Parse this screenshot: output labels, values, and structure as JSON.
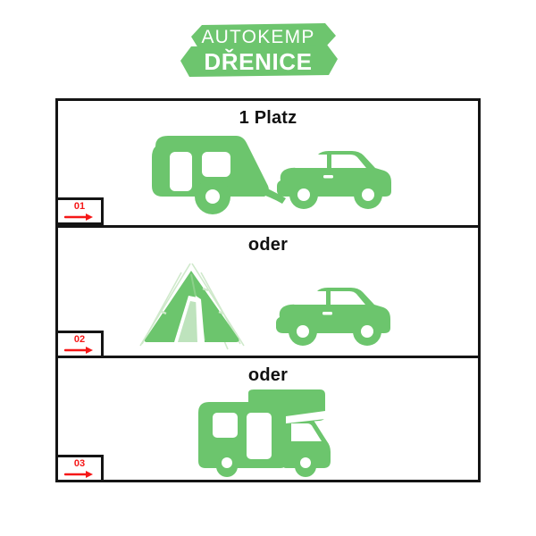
{
  "logo": {
    "top_text": "AUTOKEMP",
    "bottom_text": "DŘENICE",
    "banner_color": "#6DC56E",
    "text_color": "#FFFFFF"
  },
  "colors": {
    "green": "#6CC56D",
    "green_light": "#BEE3BD",
    "green_guyline": "#CFE9CB",
    "black": "#141414",
    "red": "#F51717",
    "white": "#FFFFFF"
  },
  "frame": {
    "rows": [
      {
        "title": "1 Platz",
        "marker": "01",
        "marker_arrow_icon": "arrow-right-icon",
        "art": "caravan-and-car-illustration"
      },
      {
        "title": "oder",
        "marker": "02",
        "marker_arrow_icon": "arrow-right-icon",
        "art": "tent-and-car-illustration"
      },
      {
        "title": "oder",
        "marker": "03",
        "marker_arrow_icon": "arrow-right-icon",
        "art": "motorhome-illustration"
      }
    ]
  }
}
